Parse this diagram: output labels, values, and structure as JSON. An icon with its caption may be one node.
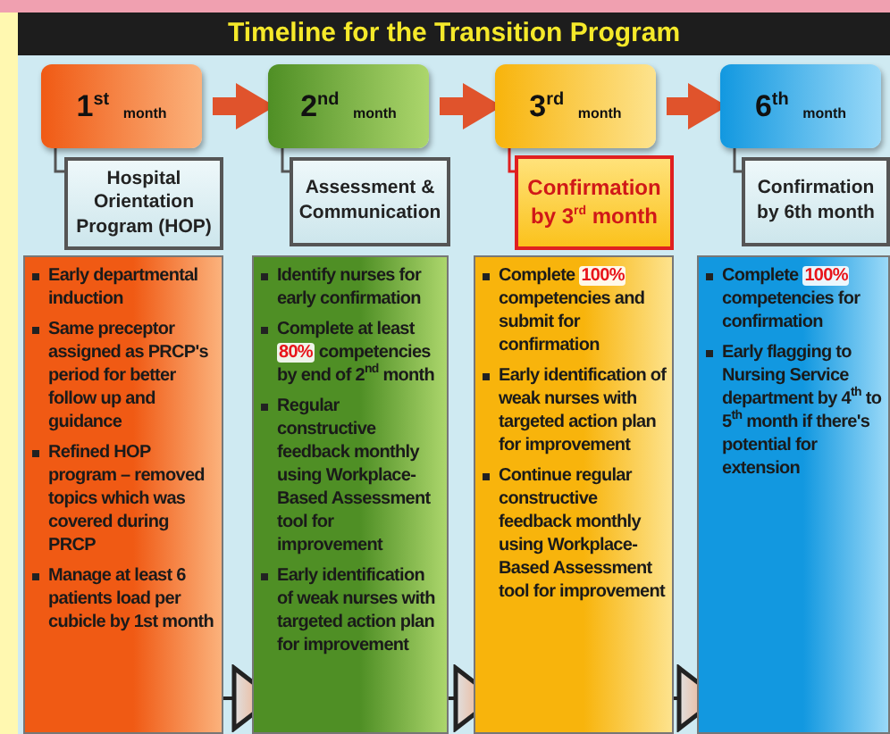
{
  "diagram": {
    "title": "Timeline for the Transition Program",
    "nodes": [
      {
        "text": [
          "1$^{st}$ $_{month}$"
        ]
      },
      {
        "text": [
          "2$^{nd}$ $_{month}$"
        ]
      },
      {
        "text": [
          "3$^{rd}$ $_{month}$"
        ]
      },
      {
        "text": [
          "6$^{th}$ $_{month}$"
        ]
      },
      {
        "text": [
          "Hospital Orientation Program (HOP)"
        ]
      },
      {
        "text": [
          "Assessment & Communication"
        ]
      },
      {
        "text": [
          "Confirmation by 3$^{rd}$ month"
        ]
      },
      {
        "text": [
          "Confirmation by 6th month"
        ]
      },
      {
        "text": [
          "Early departmental induction",
          "Same preceptor assigned as PRCP's period for better follow up and guidance",
          "Refined HOP program – removed topics which was covered during PRCP",
          "Manage at least 6 patients load per cubicle by 1st month"
        ]
      },
      {
        "text": [
          "Identify nurses for early confirmation",
          "Complete at least **80%** competencies by end of 2$^{nd}$ month",
          "Regular constructive feedback monthly using Workplace-Based Assessment tool for improvement",
          "Early identification of weak nurses with targeted action plan for improvement"
        ]
      },
      {
        "text": [
          "Complete **100%** competencies and submit for confirmation",
          "Early identification of weak nurses with targeted action plan for improvement",
          "Continue regular constructive feedback monthly using Workplace-Based Assessment tool for improvement"
        ]
      },
      {
        "text": [
          "Complete **100%** competencies for confirmation",
          "Early flagging to Nursing Service department by 4$^{th}$ to 5$^{th}$ month if there's potential for extension"
        ]
      }
    ],
    "edges": [
      {
        "from": 0,
        "to": 1,
        "arrow": "to",
        "style": "thick",
        "color": "#e0532c"
      },
      {
        "from": 1,
        "to": 2,
        "arrow": "to",
        "style": "thick",
        "color": "#e0532c"
      },
      {
        "from": 2,
        "to": 3,
        "arrow": "to",
        "style": "thick",
        "color": "#e0532c"
      },
      {
        "from": 0,
        "to": 4,
        "arrow": "none",
        "color": "#555555"
      },
      {
        "from": 1,
        "to": 5,
        "arrow": "none",
        "color": "#555555"
      },
      {
        "from": 2,
        "to": 6,
        "arrow": "none",
        "color": "#e02020"
      },
      {
        "from": 3,
        "to": 7,
        "arrow": "none",
        "color": "#555555"
      },
      {
        "from": 8,
        "to": 9,
        "arrow": "to",
        "color": "#222222"
      },
      {
        "from": 9,
        "to": 10,
        "arrow": "to",
        "color": "#222222"
      },
      {
        "from": 10,
        "to": 11,
        "arrow": "to",
        "color": "#222222"
      }
    ]
  }
}
